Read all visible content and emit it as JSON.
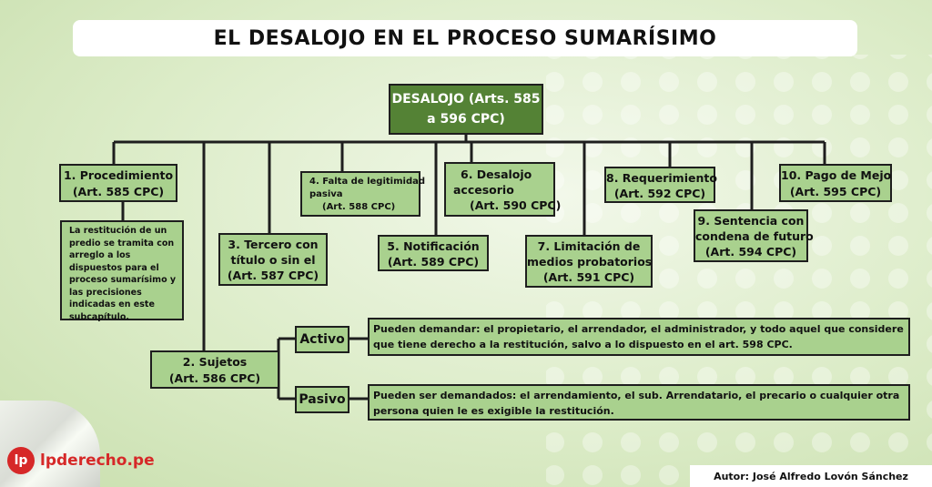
{
  "title": "EL DESALOJO EN EL PROCESO SUMARÍSIMO",
  "root": {
    "line1": "DESALOJO",
    "line2": "(Arts. 585 a 596 CPC)"
  },
  "nodes": {
    "n1": {
      "line1": "1. Procedimiento",
      "line2": "(Art. 585 CPC)"
    },
    "n1_desc": [
      "La restitución de un",
      "predio se tramita con",
      "arreglo a los dispuestos",
      "para el proceso",
      "sumarísimo y las",
      "precisiones indicadas",
      "en este subcapítulo."
    ],
    "n2": {
      "line1": "2. Sujetos",
      "line2": "(Art. 586 CPC)"
    },
    "n3": {
      "line1": "3. Tercero con",
      "line2": "título o sin el",
      "line3": "(Art. 587 CPC)"
    },
    "n4": {
      "line1": "4. Falta de legitimidad",
      "line2": "pasiva",
      "line3": "(Art. 588 CPC)"
    },
    "n5": {
      "line1": "5. Notificación",
      "line2": "(Art. 589 CPC)"
    },
    "n6": {
      "line1": "6. Desalojo",
      "line2": "accesorio",
      "line3": "(Art. 590 CPC)"
    },
    "n7": {
      "line1": "7. Limitación de",
      "line2": "medios probatorios",
      "line3": "(Art. 591 CPC)"
    },
    "n8": {
      "line1": "8. Requerimiento",
      "line2": "(Art. 592 CPC)"
    },
    "n9": {
      "line1": "9. Sentencia con",
      "line2": "condena de futuro",
      "line3": "(Art. 594 CPC)"
    },
    "n10": {
      "line1": "10. Pago de Mejo",
      "line2": "(Art. 595 CPC)"
    }
  },
  "subjects": {
    "active_label": "Activo",
    "active_text": [
      "Pueden demandar: el propietario, el arrendador, el administrador, y todo aquel que considere que",
      "tiene derecho a la restitución, salvo a lo dispuesto en el art. 598 CPC."
    ],
    "passive_label": "Pasivo",
    "passive_text": [
      "Pueden ser demandados: el arrendamiento, el sub. Arrendatario, el precario o cualquier otra",
      "persona quien le es exigible la restitución."
    ]
  },
  "logo": {
    "icon": "lp",
    "text": "lpderecho.pe"
  },
  "author": "Autor: José Alfredo Lovón Sánchez",
  "colors": {
    "box": "#a9d18e",
    "root": "#548235",
    "border": "#1e1e1e",
    "logo": "#d62828"
  }
}
